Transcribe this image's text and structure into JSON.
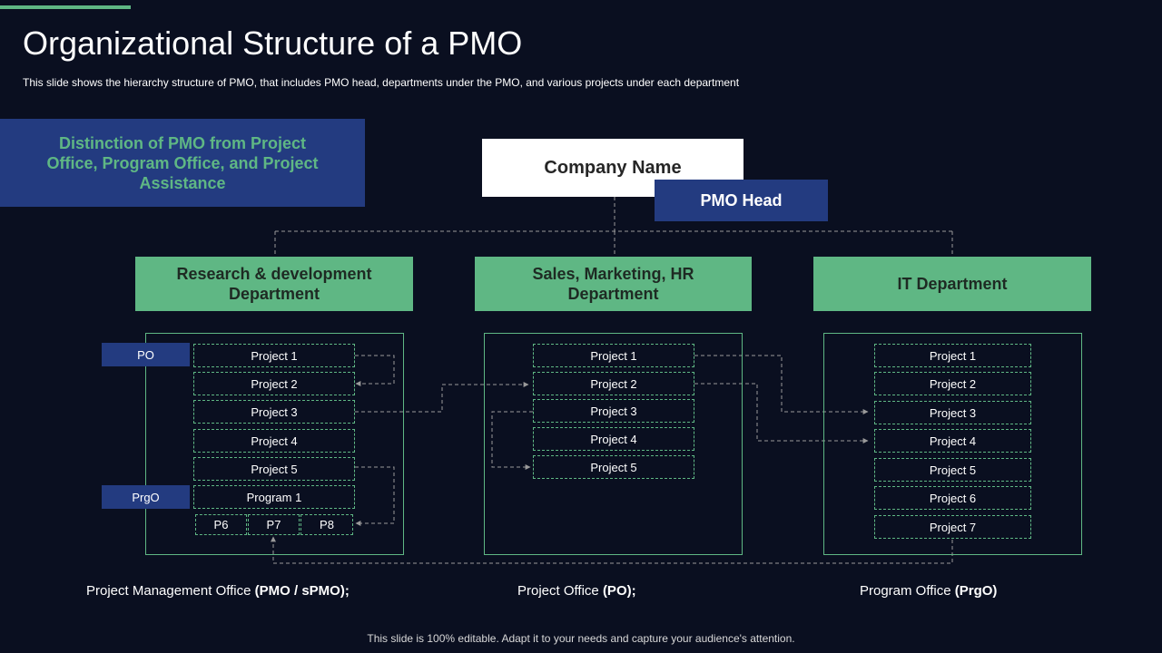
{
  "header": {
    "title": "Organizational Structure of a PMO",
    "subtitle": "This slide shows the hierarchy structure of PMO, that includes PMO head, departments under the PMO, and various projects under each department"
  },
  "callout": {
    "text": "Distinction of PMO from Project Office, Program Office, and Project Assistance"
  },
  "org": {
    "company": "Company Name",
    "pmo_head": "PMO Head",
    "departments": [
      {
        "name": "Research & development Department"
      },
      {
        "name": "Sales, Marketing, HR Department"
      },
      {
        "name": "IT Department"
      }
    ]
  },
  "rd": {
    "po_tag": "PO",
    "prgo_tag": "PrgO",
    "projects": [
      "Project 1",
      "Project 2",
      "Project 3",
      "Project 4",
      "Project 5"
    ],
    "program": "Program 1",
    "subprojects": [
      "P6",
      "P7",
      "P8"
    ]
  },
  "sales": {
    "projects": [
      "Project 1",
      "Project 2",
      "Project 3",
      "Project 4",
      "Project 5"
    ]
  },
  "it": {
    "projects": [
      "Project 1",
      "Project 2",
      "Project 3",
      "Project 4",
      "Project 5",
      "Project 6",
      "Project 7"
    ]
  },
  "legend": {
    "pmo_label": "Project Management Office",
    "pmo_abbr": "(PMO / sPMO);",
    "po_label": "Project Office",
    "po_abbr": "(PO);",
    "prgo_label": "Program Office",
    "prgo_abbr": "(PrgO)"
  },
  "footer": {
    "text": "This slide is 100% editable. Adapt it to your needs and capture your audience's attention."
  },
  "colors": {
    "background": "#0a0f20",
    "green": "#5fb784",
    "navy": "#233b80",
    "connector": "#9a9a9a"
  }
}
